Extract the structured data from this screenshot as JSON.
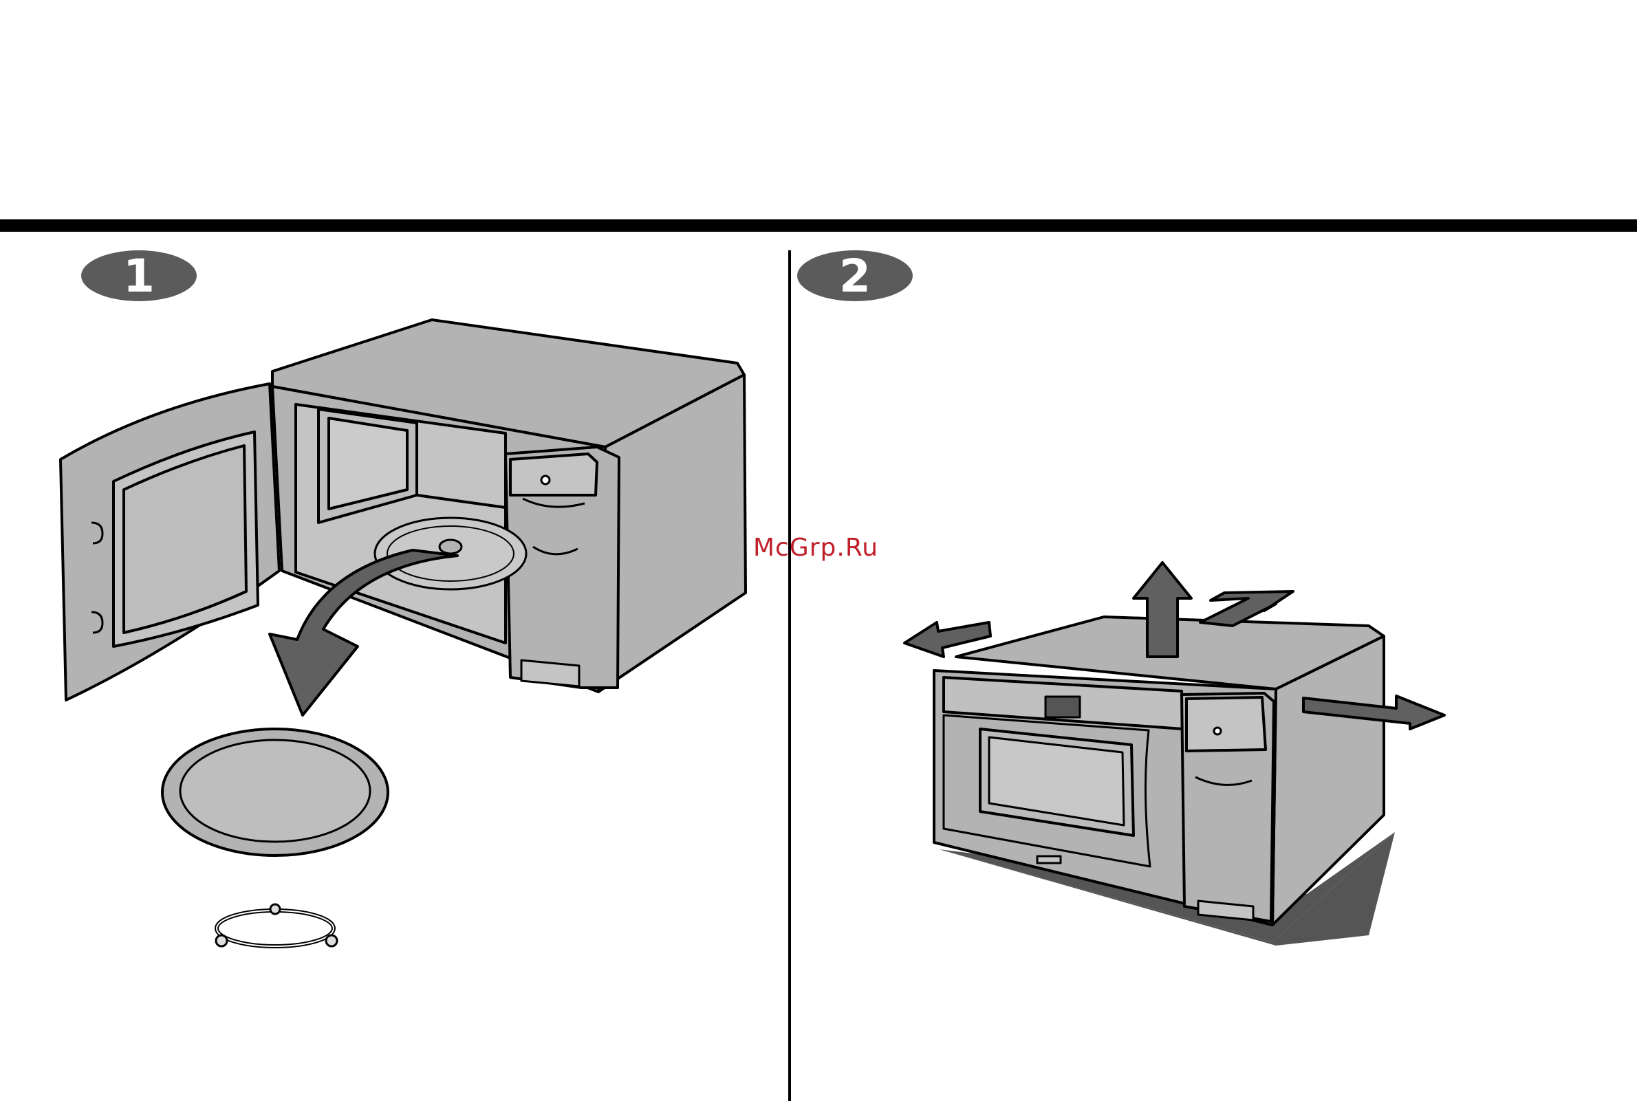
{
  "steps": [
    {
      "number": "1",
      "badge_color": "#5b5b5b"
    },
    {
      "number": "2",
      "badge_color": "#5b5b5b"
    }
  ],
  "watermark": {
    "text": "McGrp.Ru",
    "color": "#c0202a"
  },
  "colors": {
    "appliance": "#b3b3b3",
    "arrow": "#606060",
    "shadow": "#555555",
    "outline": "#000000"
  }
}
